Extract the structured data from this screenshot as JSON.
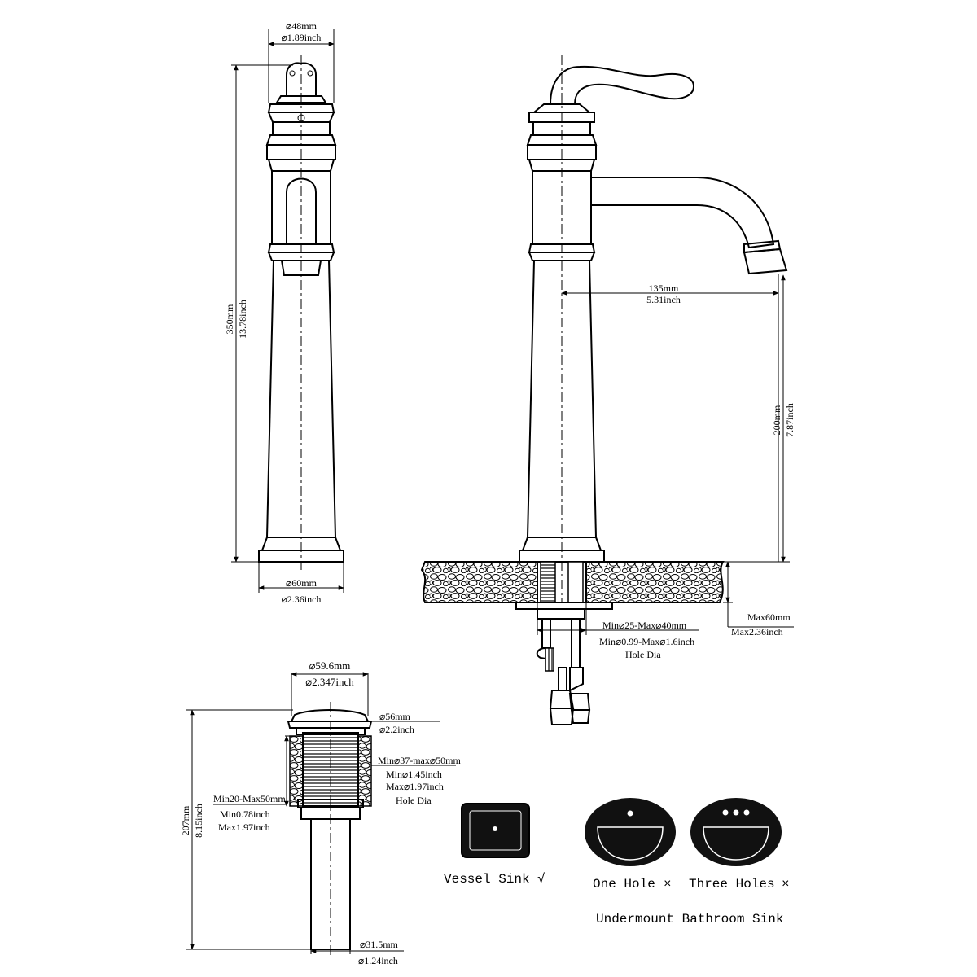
{
  "side_view": {
    "top_dia_mm": "⌀48mm",
    "top_dia_in": "⌀1.89inch",
    "height_mm": "350mm",
    "height_in": "13.78inch",
    "base_dia_mm": "⌀60mm",
    "base_dia_in": "⌀2.36inch"
  },
  "front_view": {
    "reach_mm": "135mm",
    "reach_in": "5.31inch",
    "spout_height_mm": "200mm",
    "spout_height_in": "7.87inch",
    "deck_mm": "Max60mm",
    "deck_in": "Max2.36inch",
    "hole_mm": "Min⌀25-Max⌀40mm",
    "hole_in": "Min⌀0.99-Max⌀1.6inch",
    "hole_label": "Hole Dia"
  },
  "drain": {
    "cap_dia_mm": "⌀59.6mm",
    "cap_dia_in": "⌀2.347inch",
    "flange_dia_mm": "⌀56mm",
    "flange_dia_in": "⌀2.2inch",
    "hole_mm": "Min⌀37-max⌀50mm",
    "hole_in_min": "Min⌀1.45inch",
    "hole_in_max": "Max⌀1.97inch",
    "hole_label": "Hole Dia",
    "thick_mm": "Min20-Max50mm",
    "thick_in_min": "Min0.78inch",
    "thick_in_max": "Max1.97inch",
    "height_mm": "207mm",
    "height_in": "8.15inch",
    "pipe_dia_mm": "⌀31.5mm",
    "pipe_dia_in": "⌀1.24inch"
  },
  "sinks": {
    "vessel_label": "Vessel Sink",
    "vessel_mark": "√",
    "one_hole_label": "One Hole",
    "one_hole_mark": "×",
    "three_holes_label": "Three Holes",
    "three_holes_mark": "×",
    "undermount_label": "Undermount Bathroom Sink"
  }
}
